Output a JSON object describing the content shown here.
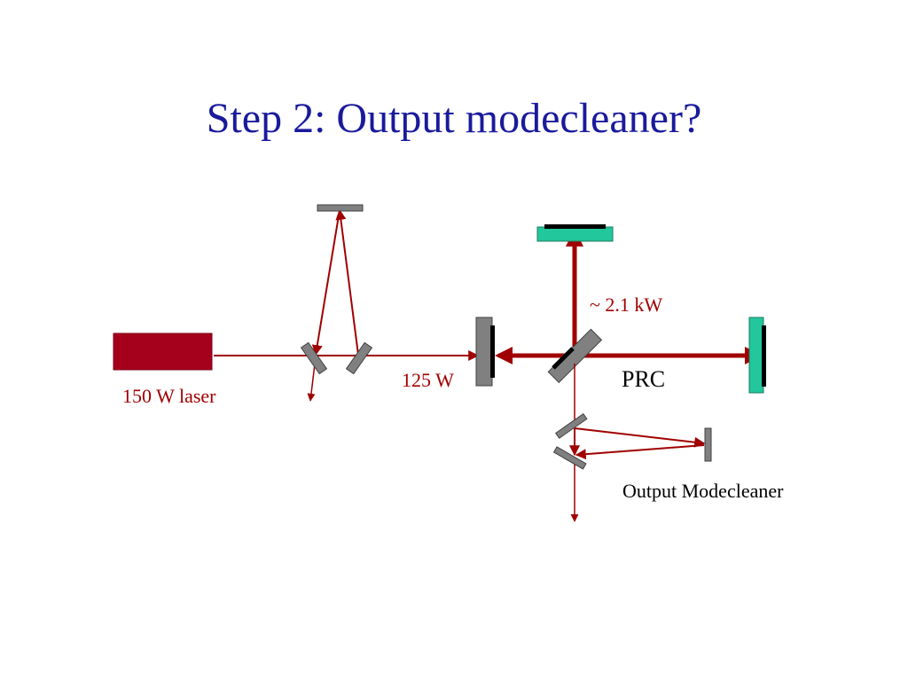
{
  "slide": {
    "title": "Step 2: Output modecleaner?"
  },
  "diagram": {
    "labels": {
      "laser": "150 W laser",
      "input_power": "125 W",
      "circulating_power": "~ 2.1 kW",
      "prc": "PRC",
      "omc": "Output Modecleaner"
    },
    "colors": {
      "title": "#1a1a9c",
      "beam": "#a00000",
      "laser_body": "#a5001c",
      "mirror_grey": "#808080",
      "mirror_green": "#22c79c",
      "coating": "#000000",
      "label_red": "#a00000",
      "label_black": "#000000"
    }
  }
}
